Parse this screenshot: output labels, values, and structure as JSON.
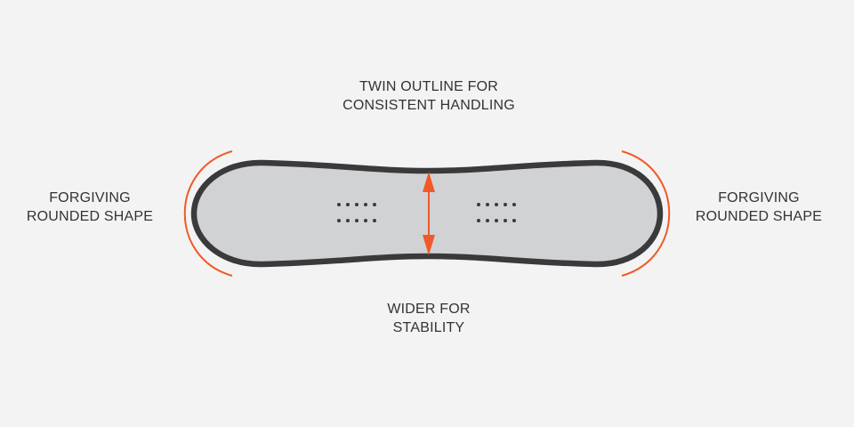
{
  "labels": {
    "top": [
      "TWIN OUTLINE FOR",
      "CONSISTENT HANDLING"
    ],
    "bottom": [
      "WIDER FOR",
      "STABILITY"
    ],
    "left": [
      "FORGIVING",
      "ROUNDED SHAPE"
    ],
    "right": [
      "FORGIVING",
      "ROUNDED SHAPE"
    ]
  },
  "colors": {
    "accent": "#f05a28",
    "outline": "#3a3a3c",
    "board": "#d1d2d4",
    "background": "#f3f3f3"
  }
}
